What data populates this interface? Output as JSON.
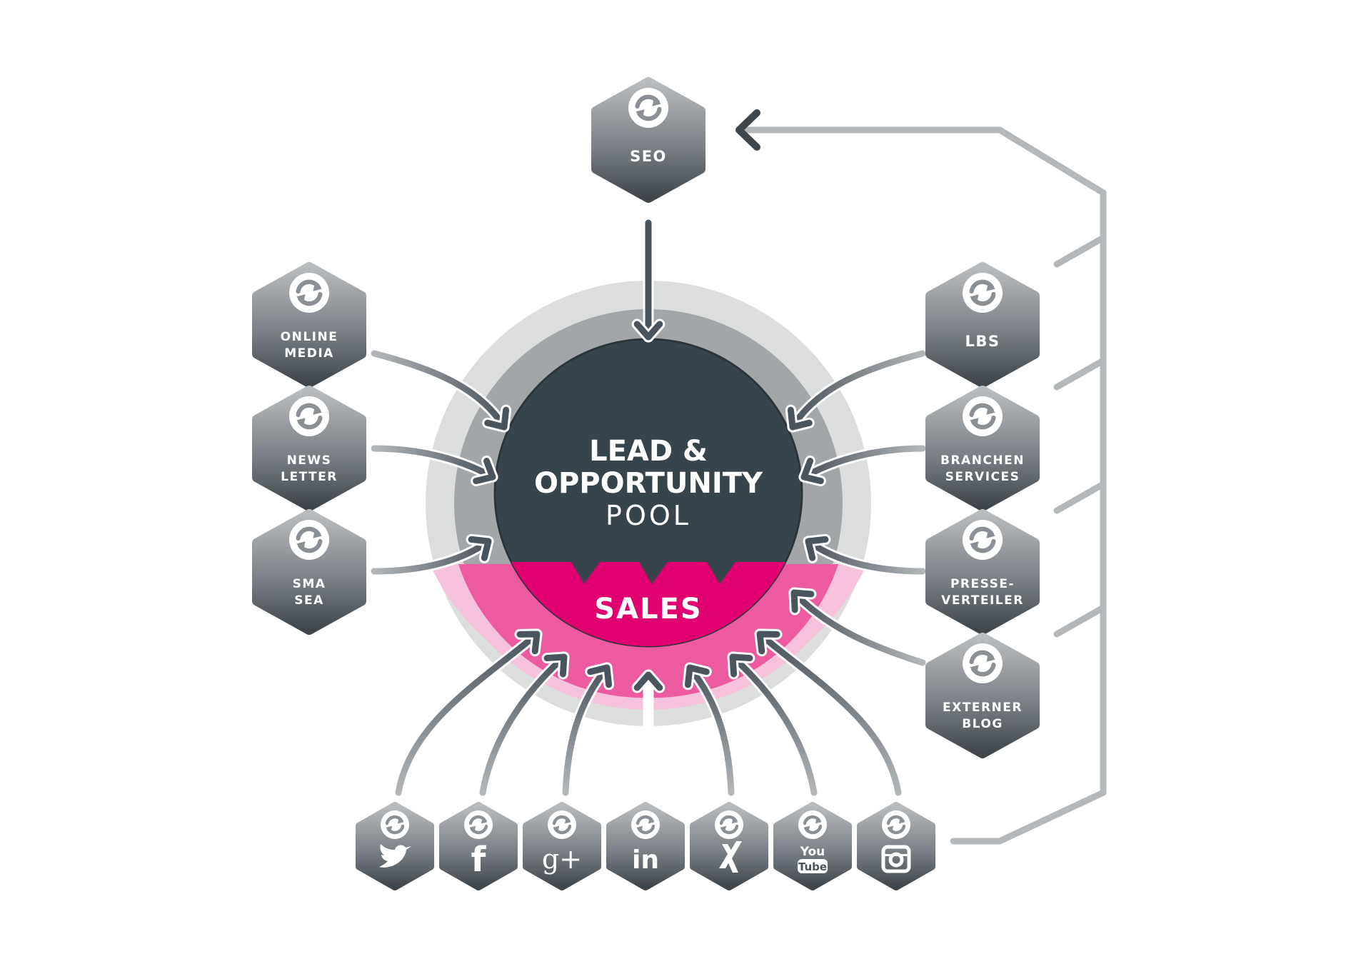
{
  "center": {
    "line1": "LEAD &",
    "line2": "OPPORTUNITY",
    "line3": "POOL",
    "sales": "SALES"
  },
  "top_node": {
    "id": "seo",
    "lines": [
      "SEO"
    ]
  },
  "left_nodes": [
    {
      "id": "online-media",
      "lines": [
        "ONLINE",
        "MEDIA"
      ]
    },
    {
      "id": "newsletter",
      "lines": [
        "NEWS",
        "LETTER"
      ]
    },
    {
      "id": "sma-sea",
      "lines": [
        "SMA",
        "SEA"
      ]
    }
  ],
  "right_nodes": [
    {
      "id": "lbs",
      "lines": [
        "LBS"
      ]
    },
    {
      "id": "branchen-services",
      "lines": [
        "BRANCHEN",
        "SERVICES"
      ]
    },
    {
      "id": "presseverteiler",
      "lines": [
        "PRESSE-",
        "VERTEILER"
      ]
    },
    {
      "id": "externer-blog",
      "lines": [
        "EXTERNER",
        "BLOG"
      ]
    }
  ],
  "bottom_nodes": [
    {
      "id": "twitter",
      "icon": "twitter-icon"
    },
    {
      "id": "facebook",
      "icon": "facebook-icon"
    },
    {
      "id": "google-plus",
      "icon": "google-plus-icon"
    },
    {
      "id": "linkedin",
      "icon": "linkedin-icon"
    },
    {
      "id": "xing",
      "icon": "xing-icon"
    },
    {
      "id": "youtube",
      "icon": "youtube-icon",
      "icon_text": [
        "You",
        "Tube"
      ]
    },
    {
      "id": "instagram",
      "icon": "instagram-icon"
    }
  ],
  "colors": {
    "pool": "#38444b",
    "sales": "#e0006f",
    "sales_ring": "#ec5aa0",
    "sales_ring_outer": "#f6c1da",
    "gray_ring": "#a3a6a8",
    "gray_ring_outer": "#dcdddd",
    "hex_top": "#b9bcbe",
    "hex_bottom": "#3e464c",
    "arrow": "#58616a",
    "feedback_line": "#b5b8bb"
  }
}
